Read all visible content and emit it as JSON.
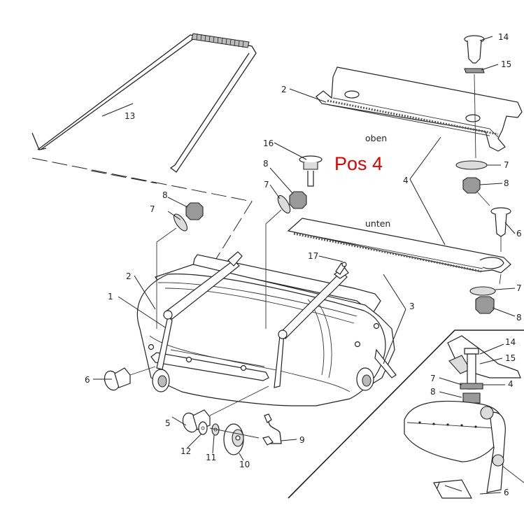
{
  "title": "Pos 4",
  "words": {
    "oben": "oben",
    "unten": "unten"
  },
  "callouts": {
    "c1": "1",
    "c2a": "2",
    "c2b": "2",
    "c3": "3",
    "c4": "4",
    "c5": "5",
    "c6a": "6",
    "c6b": "6",
    "c7a": "7",
    "c7b": "7",
    "c7c": "7",
    "c7d": "7",
    "c8a": "8",
    "c8b": "8",
    "c8c": "8",
    "c8d": "8",
    "c9": "9",
    "c10": "10",
    "c11": "11",
    "c12": "12",
    "c13": "13",
    "c14": "14",
    "c15": "15",
    "c16": "16",
    "c17": "17"
  },
  "detail_callouts": {
    "d14": "14",
    "d15": "15",
    "d7a": "7",
    "d8": "8",
    "d4": "4",
    "d7b": "7",
    "d6": "6"
  }
}
